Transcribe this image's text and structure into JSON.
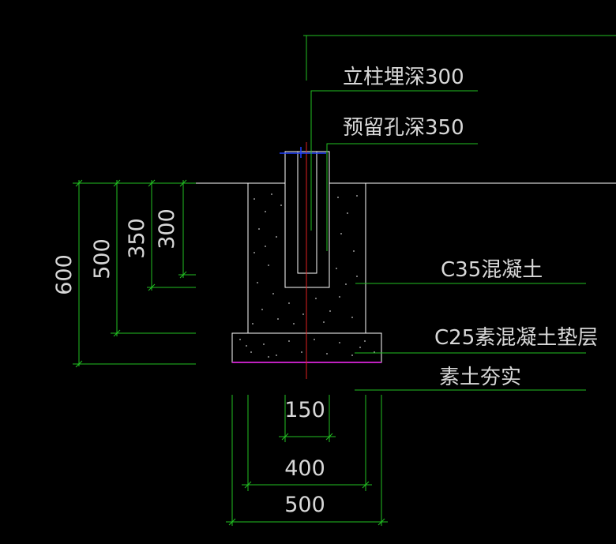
{
  "colors": {
    "background": "#000000",
    "dimension_line": "#22c022",
    "leader_line": "#22c022",
    "outline": "#ffffff",
    "centerline": "#e02020",
    "base_line": "#c020c0",
    "marker": "#2040ff",
    "text": "#d8d8d8"
  },
  "labels": {
    "post_embed_depth": "立柱埋深300",
    "reserved_hole_depth": "预留孔深350",
    "concrete_c35": "C35混凝土",
    "cushion_c25": "C25素混凝土垫层",
    "compacted_soil": "素土夯实"
  },
  "dimensions": {
    "depth_600": "600",
    "depth_500": "500",
    "depth_350": "350",
    "depth_300": "300",
    "width_150": "150",
    "width_400": "400",
    "width_500": "500"
  }
}
